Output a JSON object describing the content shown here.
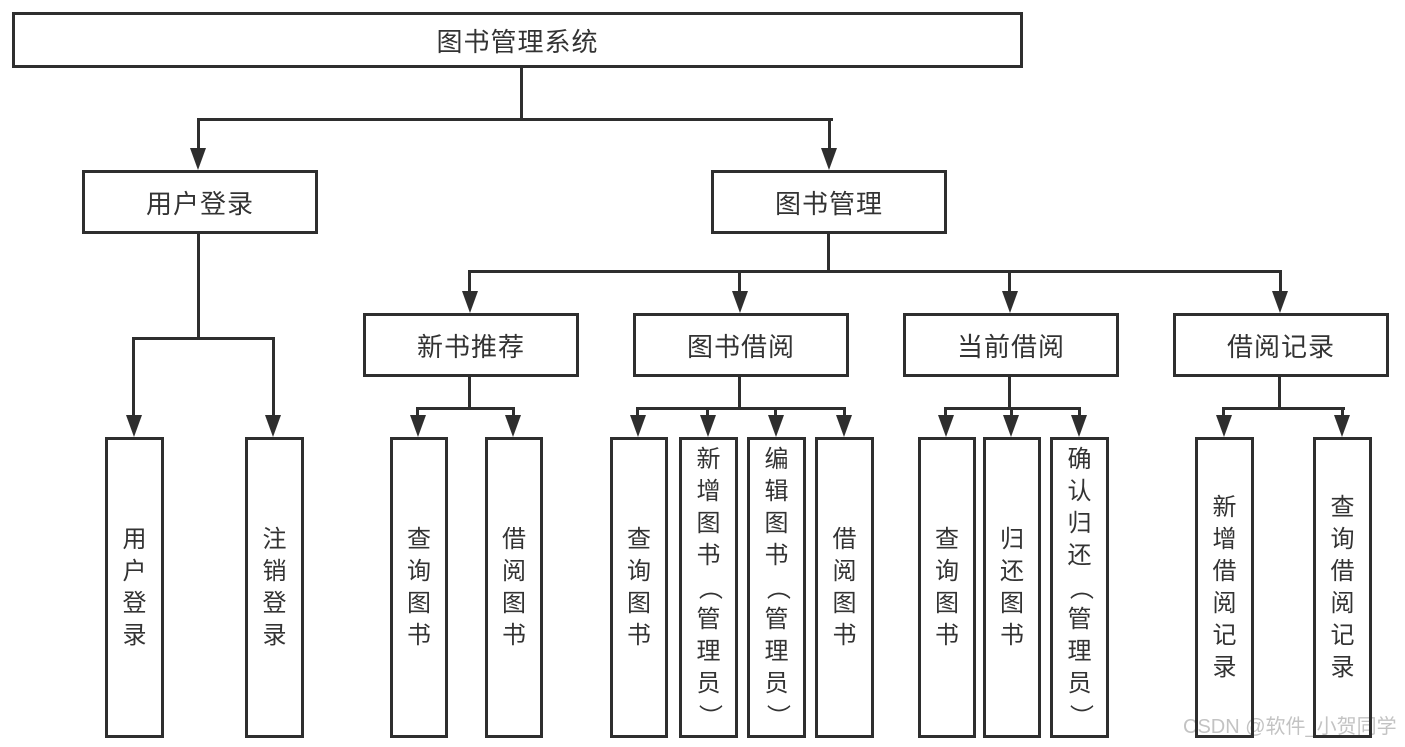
{
  "diagram": {
    "colors": {
      "line": "#2e2e2e",
      "text": "#333333",
      "background": "#ffffff",
      "watermark_text": "#c3c3c3"
    },
    "watermark": "CSDN @软件_小贺同学",
    "nodes": {
      "root": "图书管理系统",
      "user_login": "用户登录",
      "book_mgmt": "图书管理",
      "new_rec": "新书推荐",
      "book_borrow": "图书借阅",
      "current_borrow": "当前借阅",
      "borrow_record": "借阅记录",
      "ul_user_login": "用户登录",
      "ul_logout": "注销登录",
      "nr_query_book": "查询图书",
      "nr_borrow_book": "借阅图书",
      "bb_query_book": "查询图书",
      "bb_add_book": "新增图书（管理员）",
      "bb_edit_book": "编辑图书（管理员）",
      "bb_borrow_book": "借阅图书",
      "cb_query_book": "查询图书",
      "cb_return_book": "归还图书",
      "cb_confirm_return": "确认归还（管理员）",
      "br_add_record": "新增借阅记录",
      "br_query_record": "查询借阅记录"
    }
  }
}
